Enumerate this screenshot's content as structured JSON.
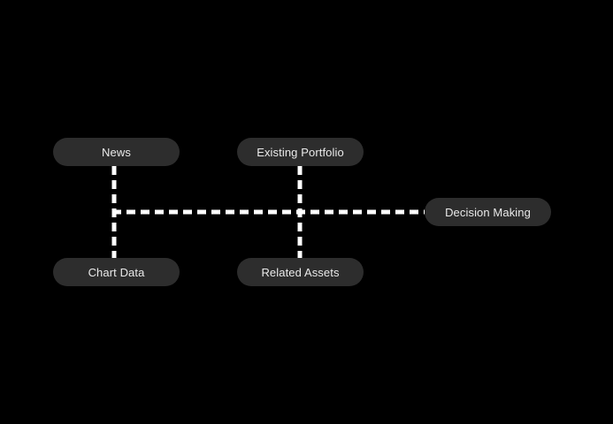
{
  "diagram": {
    "nodes": [
      {
        "id": "news",
        "label": "News"
      },
      {
        "id": "existing-portfolio",
        "label": "Existing Portfolio"
      },
      {
        "id": "decision-making",
        "label": "Decision Making"
      },
      {
        "id": "chart-data",
        "label": "Chart Data"
      },
      {
        "id": "related-assets",
        "label": "Related Assets"
      }
    ],
    "edges": [
      {
        "id": "edge-news-chart-data",
        "from": "news",
        "to": "chart-data",
        "style": "dashed"
      },
      {
        "id": "edge-existing-portfolio-related-assets",
        "from": "existing-portfolio",
        "to": "related-assets",
        "style": "dashed"
      },
      {
        "id": "edge-trunk-decision-making",
        "from": "news/existing-portfolio trunk",
        "to": "decision-making",
        "style": "dashed"
      }
    ]
  },
  "colors": {
    "background": "#000000",
    "node_fill": "#2d2d2d",
    "node_text": "#eaeaea",
    "edge": "#ffffff"
  }
}
